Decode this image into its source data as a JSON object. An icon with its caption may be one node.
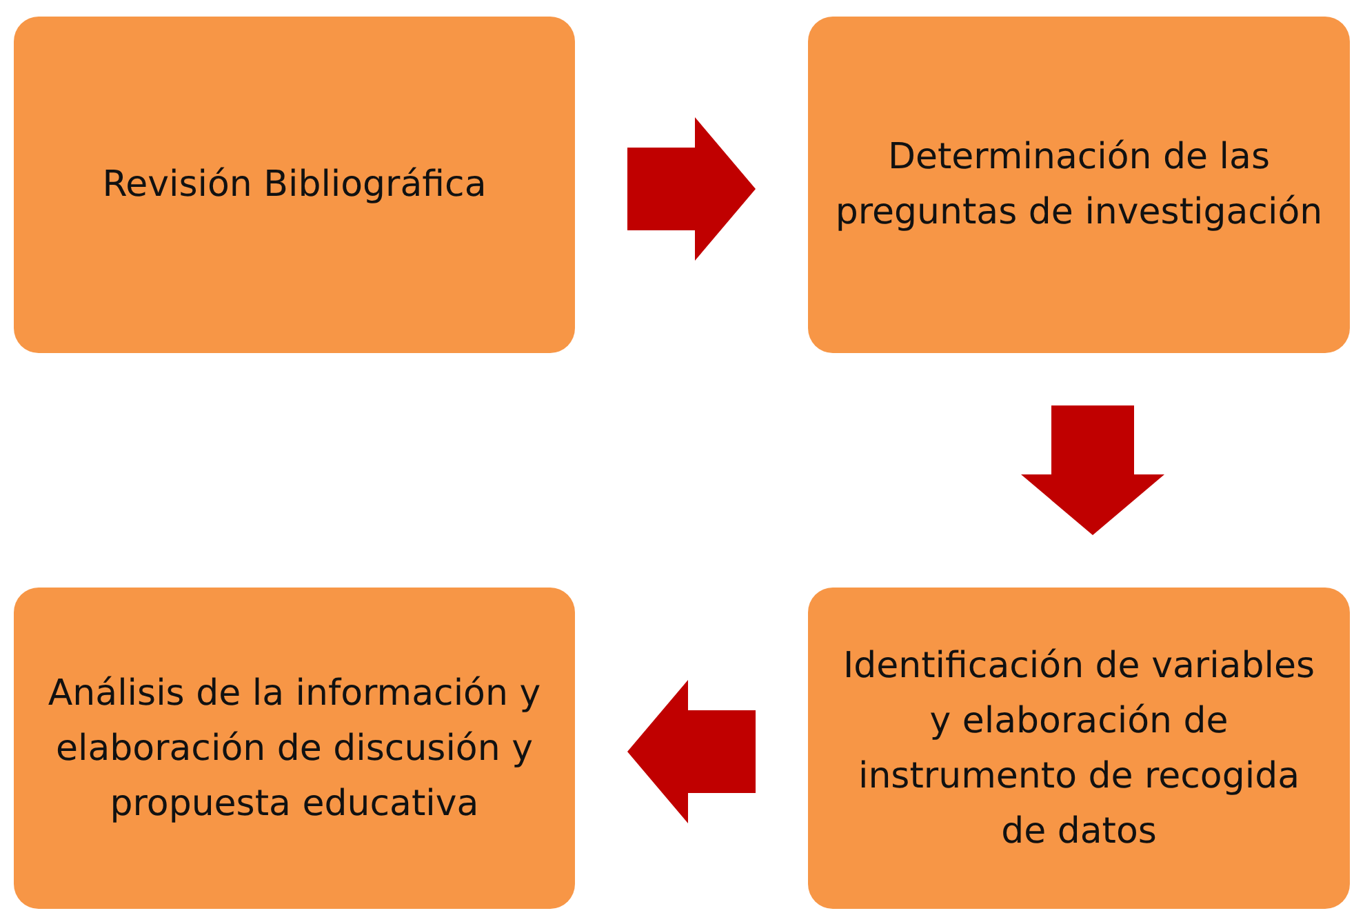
{
  "diagram": {
    "nodes": [
      {
        "text": [
          "Revisión Bibliográfica"
        ]
      },
      {
        "text": [
          "Determinación de las preguntas de investigación"
        ]
      },
      {
        "text": [
          "Identificación de variables y elaboración de instrumento de recogida de datos"
        ]
      },
      {
        "text": [
          "Análisis de la información y elaboración de discusión y propuesta educativa"
        ]
      }
    ],
    "edges": [
      {
        "from": 0,
        "to": 1,
        "arrow": "to"
      },
      {
        "from": 1,
        "to": 2,
        "arrow": "to"
      },
      {
        "from": 2,
        "to": 3,
        "arrow": "to"
      }
    ]
  }
}
